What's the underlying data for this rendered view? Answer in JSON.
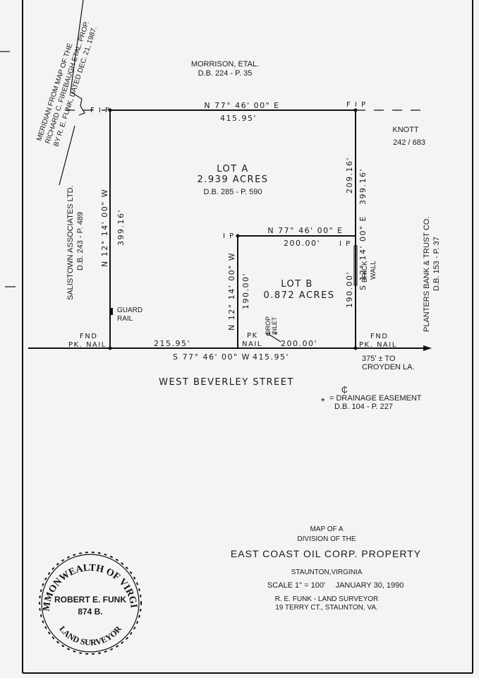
{
  "meridian_note": {
    "line1": "MERIDIAN FROM MAP OF THE",
    "line2": "RICHARD C. FIREBAUGH ETAL. PROP.",
    "line3": "BY R. E. FUNK, DATED DEC. 21, 1987."
  },
  "adjoiners": {
    "north": {
      "name": "MORRISON, ETAL.",
      "deed": "D.B. 224 - P. 35"
    },
    "east_top": {
      "name": "KNOTT",
      "deed": "242 / 683"
    },
    "east": {
      "name": "PLANTERS BANK & TRUST CO.",
      "deed": "D.B. 153 - P. 37"
    },
    "west": {
      "name": "SALISTOWN ASSOCIATES LTD.",
      "deed": "D.B. 243 - P. 489"
    }
  },
  "markers": {
    "fip_left": "F I P",
    "fip_right": "F I P",
    "ip_left": "I P",
    "ip_right": "I P",
    "fnd_left_1": "FND",
    "fnd_left_2": "PK. NAIL",
    "fnd_right_1": "FND",
    "fnd_right_2": "PK. NAIL",
    "pk_1": "PK",
    "pk_2": "NAIL",
    "guard_1": "GUARD",
    "guard_2": "RAIL",
    "drop_1": "DROP",
    "drop_2": "INLET",
    "brick_1": "BRICK",
    "brick_2": "WALL"
  },
  "bearings": {
    "north_line": "N 77° 46' 00\" E",
    "north_dist": "415.95'",
    "west_line": "N 12° 14' 00\" W",
    "west_dist": "399.16'",
    "east_bearing": "S 12° 14' 00\" E",
    "east_total": "399.16'",
    "east_upper": "209.16'",
    "east_lower": "190.00'",
    "inner_north": "N 77° 46' 00\" E",
    "inner_north_dist": "200.00'",
    "inner_west": "N 12° 14' 00\" W",
    "inner_west_dist": "190.00'",
    "south_line": "S 77° 46' 00\" W",
    "south_total": "415.95'",
    "south_left": "215.95'",
    "south_right": "200.00'"
  },
  "lots": {
    "a": {
      "name": "LOT A",
      "area": "2.939 ACRES",
      "deed": "D.B. 285 - P. 590"
    },
    "b": {
      "name": "LOT B",
      "area": "0.872 ACRES"
    }
  },
  "street": {
    "name": "WEST BEVERLEY STREET",
    "distance_1": "375' ± TO",
    "distance_2": "CROYDEN LA."
  },
  "legend": {
    "centerline": "₵",
    "symbol": "*",
    "text": "= DRAINAGE EASEMENT",
    "deed": "D.B. 104 - P. 227"
  },
  "title_block": {
    "line1": "MAP OF A",
    "line2": "DIVISION OF THE",
    "title": "EAST COAST OIL CORP. PROPERTY",
    "location": "STAUNTON,VIRGINIA",
    "scale": "SCALE  1\" = 100'",
    "date": "JANUARY  30, 1990",
    "surveyor": "R. E. FUNK - LAND SURVEYOR",
    "address": "19 TERRY CT., STAUNTON, VA."
  },
  "seal": {
    "top_text": "COMMONWEALTH OF VIRGINIA",
    "bottom_text": "LAND SURVEYOR",
    "name": "ROBERT E. FUNK",
    "number": "874 B."
  }
}
